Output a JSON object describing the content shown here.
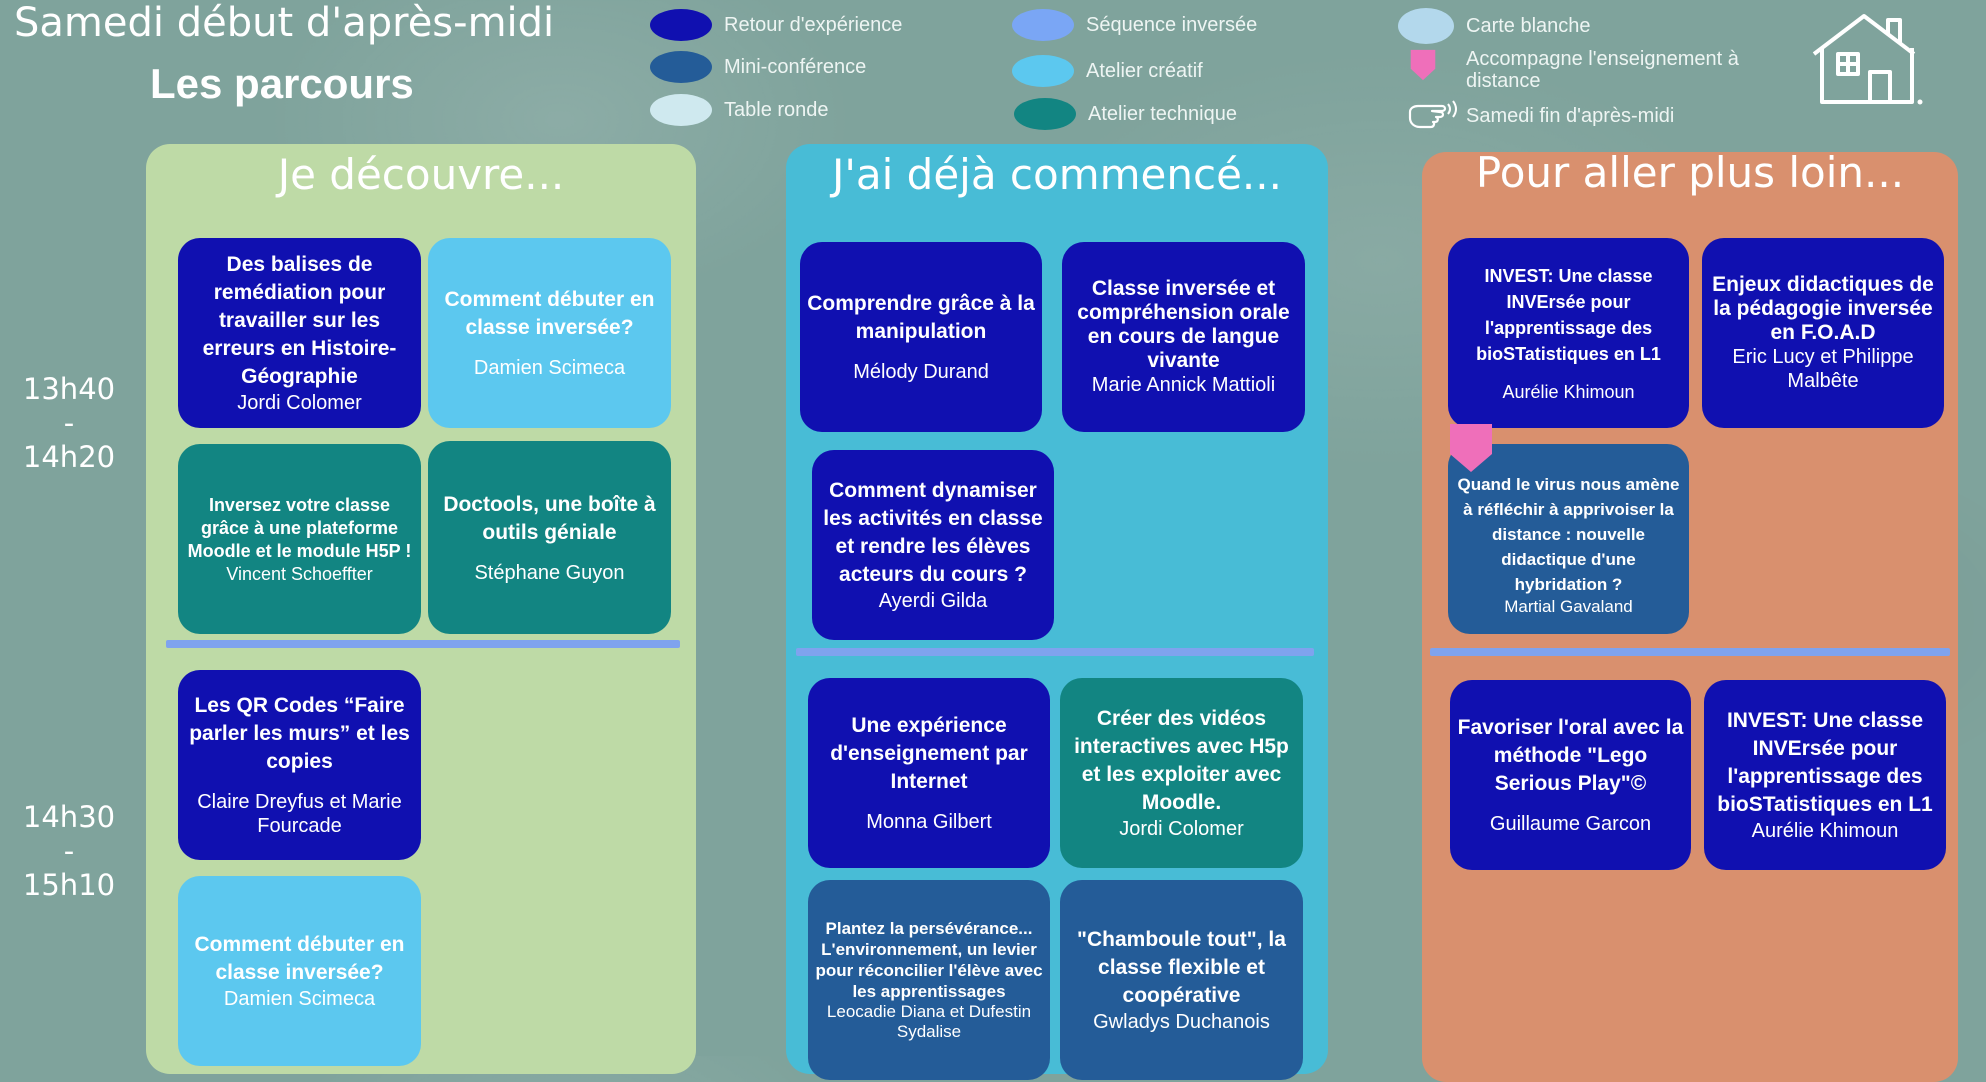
{
  "header": {
    "title": "Samedi début d'après-midi",
    "subtitle": "Les parcours"
  },
  "legend": [
    {
      "label": "Retour d'expérience",
      "color": "#1010b0"
    },
    {
      "label": "Mini-conférence",
      "color": "#245c98"
    },
    {
      "label": "Table ronde",
      "color": "#cfe9ef"
    },
    {
      "label": "Séquence inversée",
      "color": "#7aa6f5"
    },
    {
      "label": "Atelier créatif",
      "color": "#5cc8ef"
    },
    {
      "label": "Atelier technique",
      "color": "#128582"
    },
    {
      "label": "Carte blanche",
      "color": "#b3d8ec"
    },
    {
      "label": "Accompagne l'enseignement à distance",
      "icon": "pink-pin-icon",
      "color": "#ef6fba"
    },
    {
      "label": "Samedi fin d'après-midi",
      "icon": "pointing-hand-icon"
    }
  ],
  "icons": {
    "home": "house-icon"
  },
  "times": [
    {
      "start": "13h40",
      "sep": "-",
      "end": "14h20"
    },
    {
      "start": "14h30",
      "sep": "-",
      "end": "15h10"
    }
  ],
  "columns": [
    {
      "title": "Je découvre...",
      "color": "#bedaa6",
      "cards": [
        {
          "title": "Des balises de remédiation pour travailler sur les erreurs en Histoire-Géographie",
          "author": "Jordi Colomer",
          "color": "#1010b0"
        },
        {
          "title": "Comment débuter en classe inversée?",
          "author": "Damien Scimeca",
          "color": "#5cc8ef"
        },
        {
          "title": "Inversez votre classe grâce à une plateforme Moodle et le module H5P !",
          "author": "Vincent Schoeffter",
          "color": "#128582"
        },
        {
          "title": "Doctools, une boîte à outils géniale",
          "author": "Stéphane Guyon",
          "color": "#128582"
        },
        {
          "title": "Les QR Codes “Faire parler les murs” et les copies",
          "author": "Claire Dreyfus et Marie Fourcade",
          "color": "#1010b0"
        },
        {
          "title": "Comment débuter en classe inversée?",
          "author": "Damien Scimeca",
          "color": "#5cc8ef"
        }
      ]
    },
    {
      "title": "J'ai déjà commencé...",
      "color": "#48bcd6",
      "cards": [
        {
          "title": "Comprendre grâce à la manipulation",
          "author": "Mélody Durand",
          "color": "#1010b0"
        },
        {
          "title": "Classe inversée et compréhension orale en cours de langue vivante",
          "author": "Marie Annick Mattioli",
          "color": "#1010b0"
        },
        {
          "title": "Comment dynamiser les activités en classe et rendre les élèves acteurs du cours ?",
          "author": "Ayerdi Gilda",
          "color": "#1010b0"
        },
        {
          "title": "Une expérience d'enseignement par Internet",
          "author": "Monna Gilbert",
          "color": "#1010b0"
        },
        {
          "title": "Créer des vidéos interactives avec H5p et les exploiter avec Moodle.",
          "author": "Jordi Colomer",
          "color": "#128582"
        },
        {
          "title": "Plantez la persévérance... L'environnement, un levier pour réconcilier l'élève avec les apprentissages",
          "author": "Leocadie Diana et Dufestin Sydalise",
          "color": "#245c98"
        },
        {
          "title": "\"Chamboule tout\", la classe flexible et coopérative",
          "author": "Gwladys Duchanois",
          "color": "#245c98"
        }
      ]
    },
    {
      "title": "Pour aller plus loin...",
      "color": "#d9906e",
      "cards": [
        {
          "title": "INVEST: Une classe INVErsée pour l'apprentissage des bioSTatistiques en L1",
          "author": "Aurélie Khimoun",
          "color": "#1010b0"
        },
        {
          "title": "Enjeux didactiques de la pédagogie inversée en F.O.A.D",
          "author": "Eric Lucy et Philippe Malbête",
          "color": "#1010b0"
        },
        {
          "title": "Quand le virus nous amène à réfléchir à apprivoiser la distance : nouvelle didactique d'une hybridation ?",
          "author": "Martial Gavaland",
          "color": "#245c98"
        },
        {
          "title": "Favoriser l'oral avec la méthode \"Lego Serious Play\"©",
          "author": "Guillaume Garcon",
          "color": "#1010b0"
        },
        {
          "title": "INVEST: Une classe INVErsée pour l'apprentissage des bioSTatistiques en L1",
          "author": "Aurélie Khimoun",
          "color": "#1010b0"
        }
      ]
    }
  ],
  "separator_color": "#7fa3ee"
}
